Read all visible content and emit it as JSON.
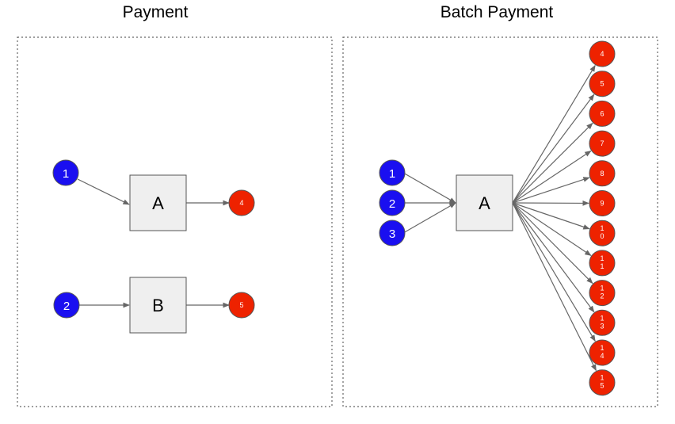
{
  "colors": {
    "input_node": "#1a0ff0",
    "output_node": "#ee2200",
    "box_fill": "#efefef",
    "box_stroke": "#555555",
    "edge": "#666666",
    "frame": "#666666"
  },
  "payment": {
    "title": "Payment",
    "boxes": [
      "A",
      "B"
    ],
    "inputs": [
      "1",
      "2"
    ],
    "outputs": [
      "4",
      "5"
    ]
  },
  "batch": {
    "title": "Batch Payment",
    "box": "A",
    "inputs": [
      "1",
      "2",
      "3"
    ],
    "outputs": [
      "4",
      "5",
      "6",
      "7",
      "8",
      "9",
      "1\n0",
      "1\n1",
      "1\n2",
      "1\n3",
      "1\n4",
      "1\n5"
    ]
  }
}
